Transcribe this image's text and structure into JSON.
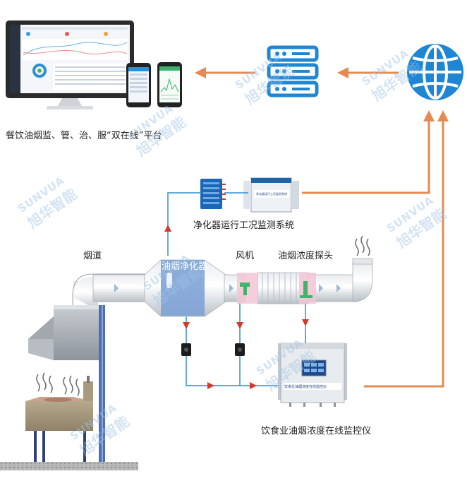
{
  "labels": {
    "platform": "餐饮油烟监、管、治、服“双在线”平台",
    "monitoring_system": "净化器运行工况监测系统",
    "flue": "烟道",
    "purifier": "油烟净化器",
    "fan": "风机",
    "probe": "油烟浓度探头",
    "monitor": "饮食业油烟浓度在线监控仪"
  },
  "device_text": {
    "monitor_panel": "饮食业油烟浓度在线监控仪",
    "system_box": "净化器运行工况监测系统"
  },
  "watermark": {
    "brand_en": "SUNVUA",
    "brand_cn": "旭华智能"
  },
  "colors": {
    "arrow_orange": "#e58a52",
    "pipe_blue": "#2e8fd1",
    "red_arrow": "#d23a2a",
    "purifier_blue": "#7ea3d6",
    "fan_pink": "#f3c6d6",
    "globe_blue": "#1f86d3"
  },
  "icons": [
    "server-icon",
    "globe-icon",
    "desktop-monitor",
    "smartphone",
    "smoke-icon",
    "cooking-stove"
  ]
}
